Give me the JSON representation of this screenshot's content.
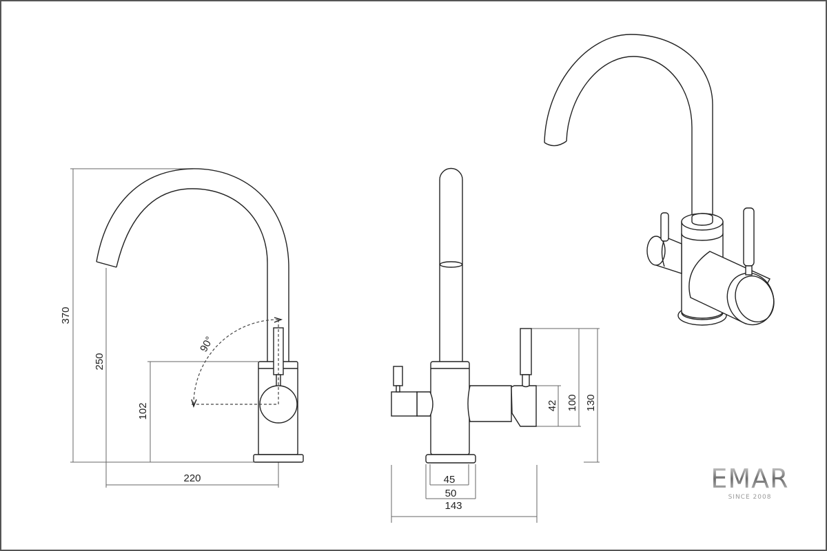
{
  "side_view": {
    "dim_total_height": "370",
    "dim_spout_height": "250",
    "dim_lever_height": "102",
    "dim_reach": "220",
    "lever_angle": "90°"
  },
  "front_view": {
    "dim_handle_42": "42",
    "dim_handle_100": "100",
    "dim_handle_130": "130",
    "dim_body_45": "45",
    "dim_base_50": "50",
    "dim_total_width": "143"
  },
  "logo": {
    "name": "EMAR",
    "tagline": "SINCE 2008"
  },
  "colors": {
    "line": "#222222",
    "dimension": "#666666",
    "logo_light": "#d8d8d8",
    "logo_dark": "#6e6e6e"
  }
}
